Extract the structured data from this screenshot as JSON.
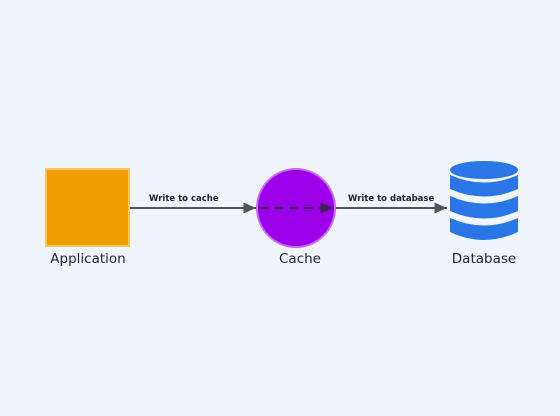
{
  "colors": {
    "background": "#eff4fd",
    "application_fill": "#f29e02",
    "application_border": "#f5c463",
    "cache_fill": "#9b00e8",
    "cache_border": "#c66cf5",
    "database_fill": "#2b76e6",
    "arrow": "#555555",
    "dashed_arrow": "#3a2350"
  },
  "nodes": {
    "application": {
      "label": "Application",
      "icon": "square"
    },
    "cache": {
      "label": "Cache",
      "icon": "circle"
    },
    "database": {
      "label": "Database",
      "icon": "database-icon"
    }
  },
  "edges": {
    "write_to_cache": {
      "label": "Write to cache",
      "style": "solid"
    },
    "write_to_database": {
      "label": "Write to database",
      "style": "solid"
    },
    "cache_internal": {
      "label": "",
      "style": "dashed"
    }
  }
}
